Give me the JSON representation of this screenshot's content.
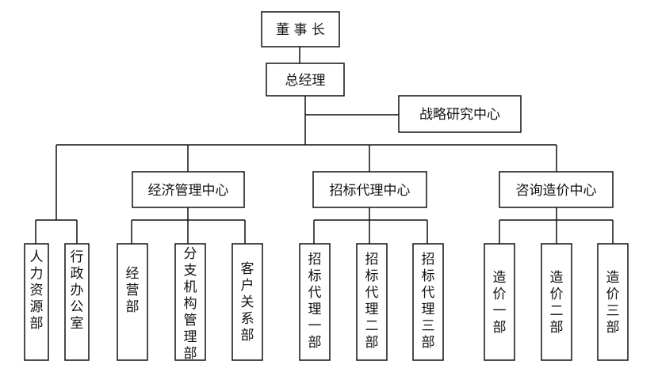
{
  "top": {
    "chairman": "董 事 长",
    "general_manager": "总经理",
    "strategy_center": "战略研究中心"
  },
  "centers": [
    {
      "label": "经济管理中心",
      "departments": [
        "经营部",
        "分支机构管理部",
        "客户关系部"
      ]
    },
    {
      "label": "招标代理中心",
      "departments": [
        "招标代理一部",
        "招标代理二部",
        "招标代理三部"
      ]
    },
    {
      "label": "咨询造价中心",
      "departments": [
        "造价一部",
        "造价二部",
        "造价三部"
      ]
    }
  ],
  "direct_departments": [
    "人力资源部",
    "行政办公室"
  ]
}
